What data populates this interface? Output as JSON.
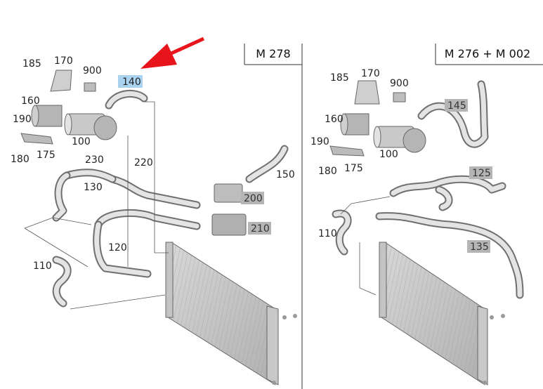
{
  "panels": {
    "left": {
      "engine_label": "M 278",
      "callouts": {
        "p185": "185",
        "p170": "170",
        "p900": "900",
        "p140": "140",
        "p160": "160",
        "p190": "190",
        "p175": "175",
        "p180": "180",
        "p100": "100",
        "p230": "230",
        "p220": "220",
        "p150": "150",
        "p130": "130",
        "p200": "200",
        "p210": "210",
        "p120": "120",
        "p110": "110"
      }
    },
    "right": {
      "engine_label": "M 276 + M 002",
      "callouts": {
        "p185": "185",
        "p170": "170",
        "p900": "900",
        "p145": "145",
        "p160": "160",
        "p190": "190",
        "p100": "100",
        "p180": "180",
        "p175": "175",
        "p125": "125",
        "p110": "110",
        "p135": "135"
      }
    }
  },
  "colors": {
    "highlight": "#a9d3ee",
    "gray_label": "#b5b5b5",
    "arrow": "#e8141b",
    "hose": "#6f6f6f"
  }
}
